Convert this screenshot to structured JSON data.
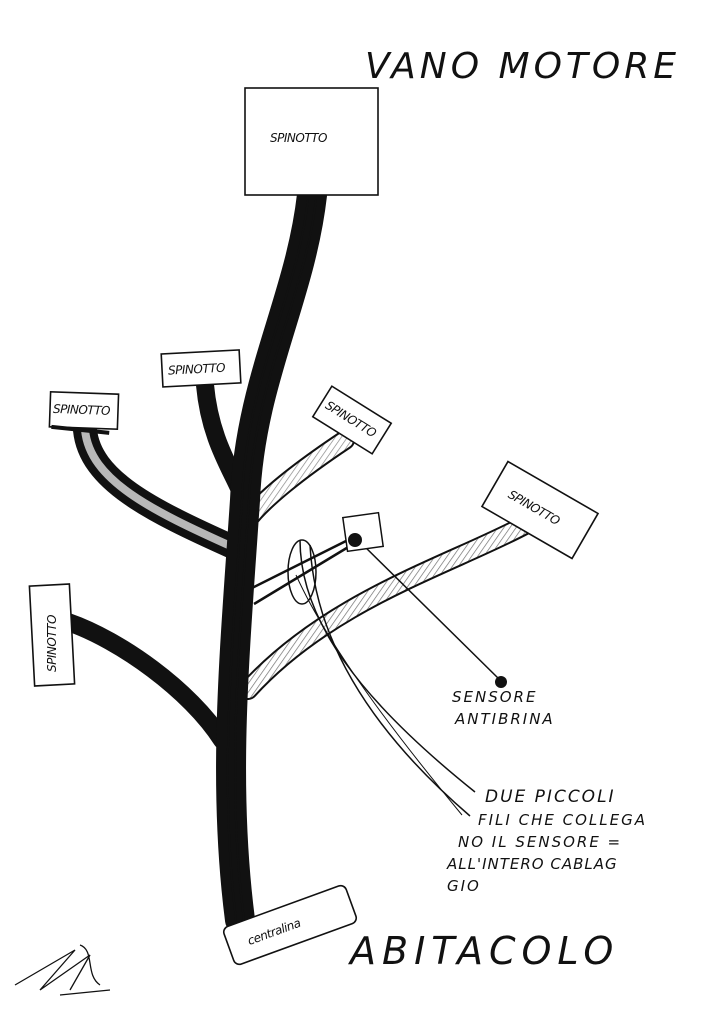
{
  "title": "VANO MOTORE",
  "bottom_title": "ABITACOLO",
  "connectors": {
    "top": "SPINOTTO",
    "upper_middle": "SPINOTTO",
    "upper_left": "SPINOTTO",
    "upper_right": "SPINOTTO",
    "right": "SPINOTTO",
    "left": "SPINOTTO",
    "bottom": "centralina"
  },
  "sensor": {
    "line1": "SENSORE",
    "line2": "ANTIBRINA"
  },
  "note": {
    "line1": "DUE PICCOLI",
    "line2": "FILI CHE COLLEGA",
    "line3": "NO IL SENSORE =",
    "line4": "ALL'INTERO CABLAG",
    "line5": "GIO"
  },
  "colors": {
    "ink": "#111111",
    "paper": "#ffffff"
  }
}
